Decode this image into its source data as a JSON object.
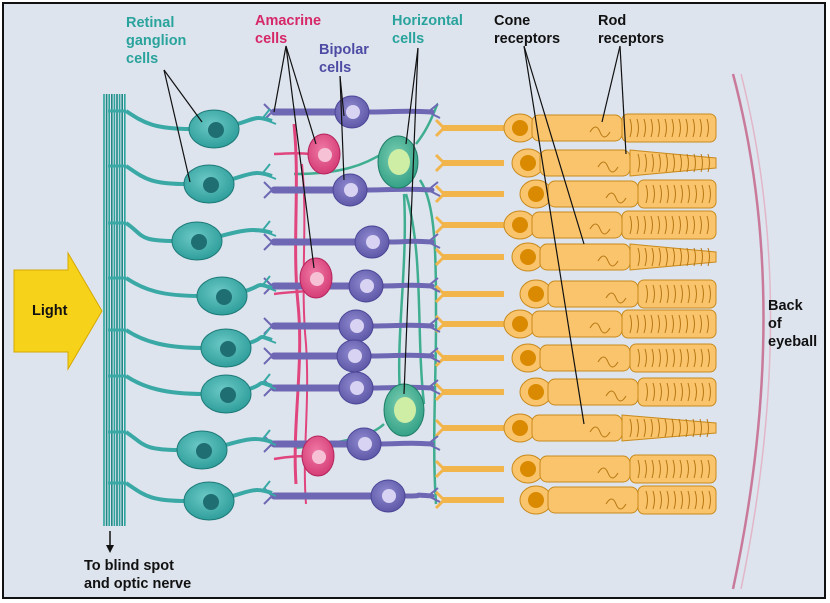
{
  "labels": {
    "retinal_ganglion": "Retinal\nganglion\ncells",
    "amacrine": "Amacrine\ncells",
    "bipolar": "Bipolar\ncells",
    "horizontal": "Horizontal\ncells",
    "cone": "Cone\nreceptors",
    "rod": "Rod\nreceptors",
    "light": "Light",
    "back": "Back\nof\neyeball",
    "optic": "To blind spot\nand optic nerve"
  },
  "colors": {
    "background": "#dde4ee",
    "ganglion": "#3aa9a6",
    "ganglion_dark": "#1f6f72",
    "amacrine": "#e0457e",
    "bipolar": "#6e68b4",
    "horizontal": "#3fae90",
    "receptor": "#f9c46b",
    "receptor_dark": "#d98a00",
    "light_arrow": "#f7d21b",
    "eyeball": "#c97a9a",
    "label_ganglion": "#2aa39c",
    "label_amacrine": "#d62868",
    "label_bipolar": "#4d4ba3",
    "label_horizontal": "#2aa39c",
    "label_dark": "#111111"
  }
}
